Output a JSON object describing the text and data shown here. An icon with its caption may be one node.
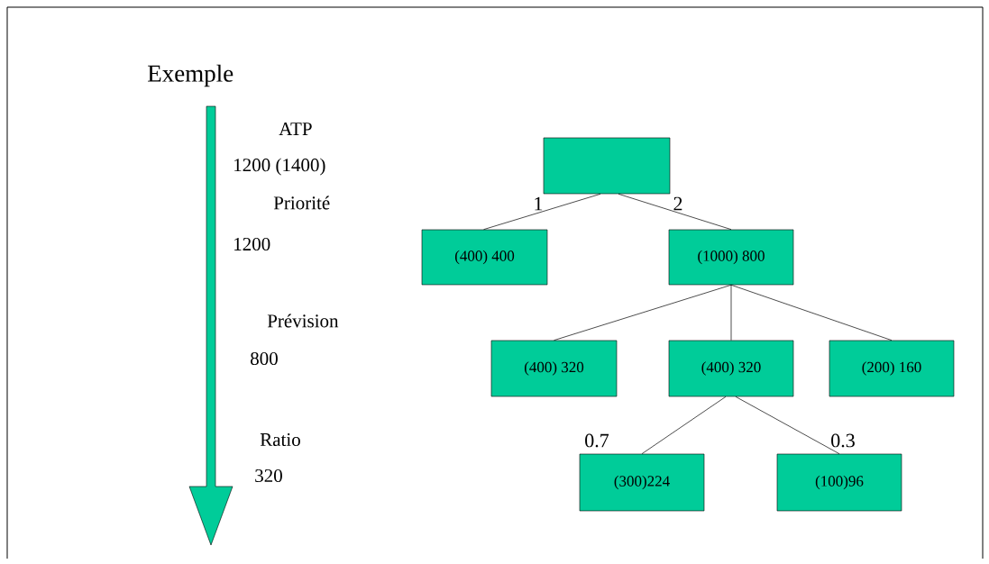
{
  "diagram": {
    "nodes": [
      {
        "text": [],
        "shape": "box"
      },
      {
        "text": [
          "(400) 400"
        ]
      },
      {
        "text": [
          "(1000) 800"
        ]
      },
      {
        "text": [
          "(400) 320"
        ]
      },
      {
        "text": [
          "(400) 320"
        ]
      },
      {
        "text": [
          "(200) 160"
        ]
      },
      {
        "text": [
          "(300)224"
        ]
      },
      {
        "text": [
          "(100)96"
        ]
      }
    ],
    "edges": [
      {
        "from": 0,
        "to": 1,
        "arrow": "none",
        "label": "1"
      },
      {
        "from": 0,
        "to": 2,
        "arrow": "none",
        "label": "2"
      },
      {
        "from": 2,
        "to": 3,
        "arrow": "none"
      },
      {
        "from": 2,
        "to": 4,
        "arrow": "none"
      },
      {
        "from": 2,
        "to": 5,
        "arrow": "none"
      },
      {
        "from": 4,
        "to": 6,
        "arrow": "none",
        "label": "0.7"
      },
      {
        "from": 4,
        "to": 7,
        "arrow": "none",
        "label": "0.3"
      }
    ],
    "labels": [
      "Exemple",
      "ATP",
      "1200 (1400)",
      "Priorité",
      "1200",
      "Prévision",
      "800",
      "Ratio",
      "320"
    ]
  }
}
